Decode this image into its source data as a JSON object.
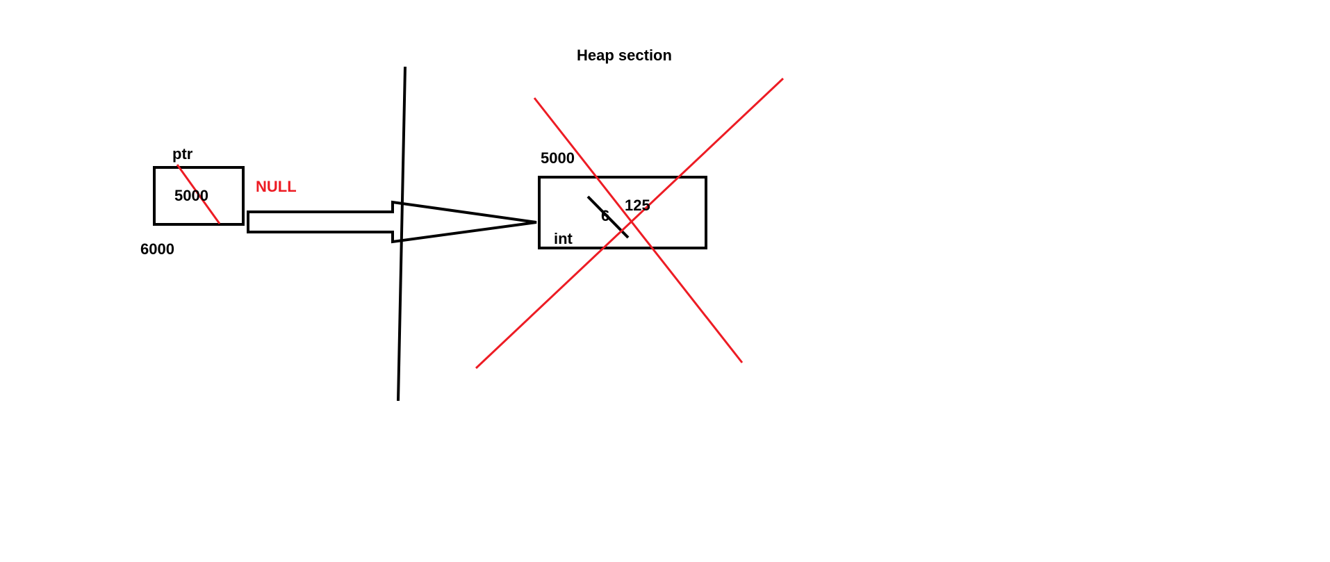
{
  "colors": {
    "ink": "#000000",
    "red": "#ed1c24",
    "background": "#ffffff"
  },
  "heap": {
    "title": "Heap section",
    "address": "5000",
    "old_value": "6",
    "new_value": "125",
    "type": "int"
  },
  "pointer": {
    "name": "ptr",
    "value": "5000",
    "address": "6000",
    "reassigned_value": "NULL"
  }
}
